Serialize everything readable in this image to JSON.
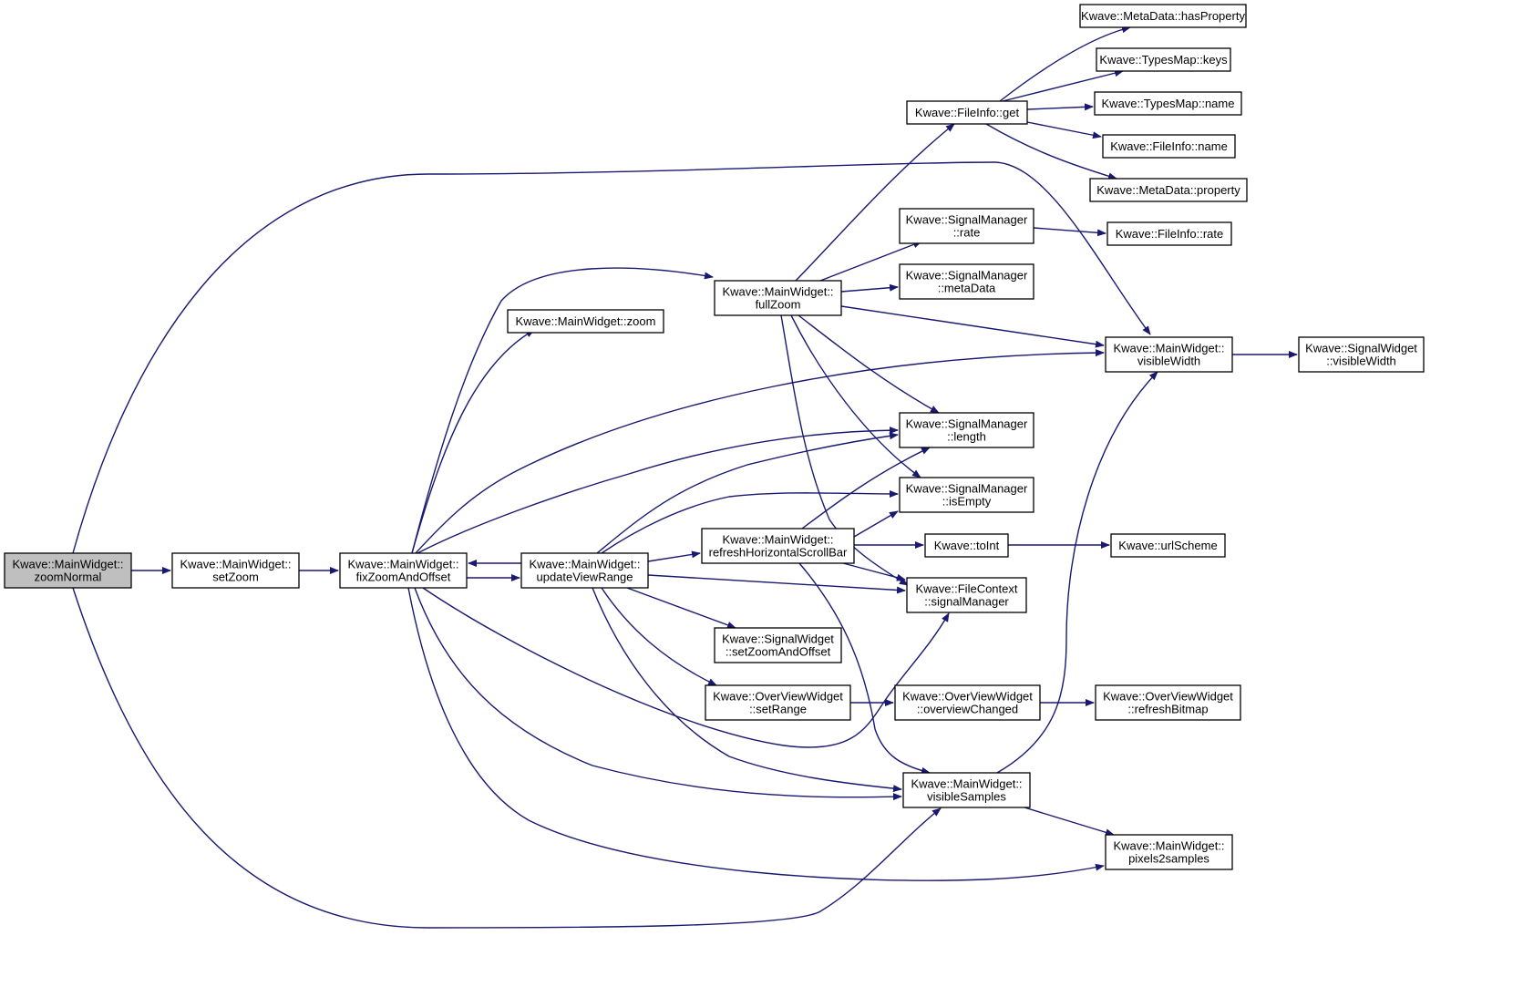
{
  "colors": {
    "edge": "#191970",
    "node_fill": "#ffffff",
    "root_fill": "#bfbfbf",
    "border": "#000000"
  },
  "nodes": [
    {
      "id": "zoomNormal",
      "lines": [
        "Kwave::MainWidget::",
        "zoomNormal"
      ],
      "root": true
    },
    {
      "id": "setZoom",
      "lines": [
        "Kwave::MainWidget::",
        "setZoom"
      ]
    },
    {
      "id": "fixZoomAndOffset",
      "lines": [
        "Kwave::MainWidget::",
        "fixZoomAndOffset"
      ]
    },
    {
      "id": "updateViewRange",
      "lines": [
        "Kwave::MainWidget::",
        "updateViewRange"
      ]
    },
    {
      "id": "zoom",
      "lines": [
        "Kwave::MainWidget::zoom"
      ]
    },
    {
      "id": "fullZoom",
      "lines": [
        "Kwave::MainWidget::",
        "fullZoom"
      ]
    },
    {
      "id": "refreshHSB",
      "lines": [
        "Kwave::MainWidget::",
        "refreshHorizontalScrollBar"
      ]
    },
    {
      "id": "swSetZoomAndOffset",
      "lines": [
        "Kwave::SignalWidget",
        "::setZoomAndOffset"
      ]
    },
    {
      "id": "ovSetRange",
      "lines": [
        "Kwave::OverViewWidget",
        "::setRange"
      ]
    },
    {
      "id": "fiGet",
      "lines": [
        "Kwave::FileInfo::get"
      ]
    },
    {
      "id": "smRate",
      "lines": [
        "Kwave::SignalManager",
        "::rate"
      ]
    },
    {
      "id": "smMetaData",
      "lines": [
        "Kwave::SignalManager",
        "::metaData"
      ]
    },
    {
      "id": "smLength",
      "lines": [
        "Kwave::SignalManager",
        "::length"
      ]
    },
    {
      "id": "smIsEmpty",
      "lines": [
        "Kwave::SignalManager",
        "::isEmpty"
      ]
    },
    {
      "id": "toInt",
      "lines": [
        "Kwave::toInt"
      ]
    },
    {
      "id": "fcSignalManager",
      "lines": [
        "Kwave::FileContext",
        "::signalManager"
      ]
    },
    {
      "id": "ovOverviewChanged",
      "lines": [
        "Kwave::OverViewWidget",
        "::overviewChanged"
      ]
    },
    {
      "id": "visibleSamples",
      "lines": [
        "Kwave::MainWidget::",
        "visibleSamples"
      ]
    },
    {
      "id": "mdHasProperty",
      "lines": [
        "Kwave::MetaData::hasProperty"
      ]
    },
    {
      "id": "tmKeys",
      "lines": [
        "Kwave::TypesMap::keys"
      ]
    },
    {
      "id": "tmName",
      "lines": [
        "Kwave::TypesMap::name"
      ]
    },
    {
      "id": "fiName",
      "lines": [
        "Kwave::FileInfo::name"
      ]
    },
    {
      "id": "mdProperty",
      "lines": [
        "Kwave::MetaData::property"
      ]
    },
    {
      "id": "fiRate",
      "lines": [
        "Kwave::FileInfo::rate"
      ]
    },
    {
      "id": "visibleWidth",
      "lines": [
        "Kwave::MainWidget::",
        "visibleWidth"
      ]
    },
    {
      "id": "urlScheme",
      "lines": [
        "Kwave::urlScheme"
      ]
    },
    {
      "id": "ovRefreshBitmap",
      "lines": [
        "Kwave::OverViewWidget",
        "::refreshBitmap"
      ]
    },
    {
      "id": "pixels2samples",
      "lines": [
        "Kwave::MainWidget::",
        "pixels2samples"
      ]
    },
    {
      "id": "swVisibleWidth",
      "lines": [
        "Kwave::SignalWidget",
        "::visibleWidth"
      ]
    }
  ],
  "edges": [
    {
      "from": "zoomNormal",
      "to": "setZoom"
    },
    {
      "from": "zoomNormal",
      "to": "visibleWidth"
    },
    {
      "from": "zoomNormal",
      "to": "visibleSamples"
    },
    {
      "from": "setZoom",
      "to": "fixZoomAndOffset"
    },
    {
      "from": "fixZoomAndOffset",
      "to": "updateViewRange"
    },
    {
      "from": "fixZoomAndOffset",
      "to": "zoom"
    },
    {
      "from": "fixZoomAndOffset",
      "to": "fullZoom"
    },
    {
      "from": "fixZoomAndOffset",
      "to": "visibleWidth"
    },
    {
      "from": "fixZoomAndOffset",
      "to": "smLength"
    },
    {
      "from": "fixZoomAndOffset",
      "to": "fcSignalManager"
    },
    {
      "from": "fixZoomAndOffset",
      "to": "visibleSamples"
    },
    {
      "from": "fixZoomAndOffset",
      "to": "pixels2samples"
    },
    {
      "from": "updateViewRange",
      "to": "fixZoomAndOffset"
    },
    {
      "from": "updateViewRange",
      "to": "refreshHSB"
    },
    {
      "from": "updateViewRange",
      "to": "smLength"
    },
    {
      "from": "updateViewRange",
      "to": "smIsEmpty"
    },
    {
      "from": "updateViewRange",
      "to": "fcSignalManager"
    },
    {
      "from": "updateViewRange",
      "to": "swSetZoomAndOffset"
    },
    {
      "from": "updateViewRange",
      "to": "ovSetRange"
    },
    {
      "from": "updateViewRange",
      "to": "visibleSamples"
    },
    {
      "from": "fullZoom",
      "to": "fiGet"
    },
    {
      "from": "fullZoom",
      "to": "smRate"
    },
    {
      "from": "fullZoom",
      "to": "smMetaData"
    },
    {
      "from": "fullZoom",
      "to": "visibleWidth"
    },
    {
      "from": "fullZoom",
      "to": "smLength"
    },
    {
      "from": "fullZoom",
      "to": "smIsEmpty"
    },
    {
      "from": "fullZoom",
      "to": "fcSignalManager"
    },
    {
      "from": "refreshHSB",
      "to": "smLength"
    },
    {
      "from": "refreshHSB",
      "to": "smIsEmpty"
    },
    {
      "from": "refreshHSB",
      "to": "toInt"
    },
    {
      "from": "refreshHSB",
      "to": "fcSignalManager"
    },
    {
      "from": "refreshHSB",
      "to": "visibleSamples"
    },
    {
      "from": "ovSetRange",
      "to": "ovOverviewChanged"
    },
    {
      "from": "ovOverviewChanged",
      "to": "ovRefreshBitmap"
    },
    {
      "from": "fiGet",
      "to": "mdHasProperty"
    },
    {
      "from": "fiGet",
      "to": "tmKeys"
    },
    {
      "from": "fiGet",
      "to": "tmName"
    },
    {
      "from": "fiGet",
      "to": "fiName"
    },
    {
      "from": "fiGet",
      "to": "mdProperty"
    },
    {
      "from": "smRate",
      "to": "fiRate"
    },
    {
      "from": "toInt",
      "to": "urlScheme"
    },
    {
      "from": "visibleSamples",
      "to": "visibleWidth"
    },
    {
      "from": "visibleSamples",
      "to": "pixels2samples"
    },
    {
      "from": "visibleWidth",
      "to": "swVisibleWidth"
    }
  ]
}
